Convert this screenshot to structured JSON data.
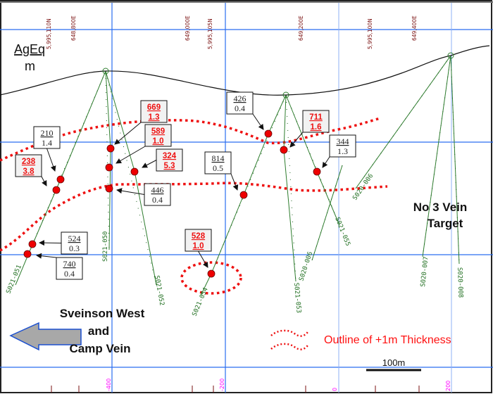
{
  "title": {
    "line1": "AgEq",
    "line2": "m"
  },
  "coords_top": [
    "5,995,110N",
    "648,800E",
    "649,000E",
    "5,995,105N",
    "649,200E",
    "5,995,100N",
    "649,400E"
  ],
  "elevations": [
    "-400",
    "-200",
    "0",
    "200"
  ],
  "scale_bar": "100m",
  "drill_holes": [
    "S021-051",
    "S021-050",
    "S021-052",
    "S021-054",
    "S021-053",
    "S021-055",
    "S020-006",
    "S020-006",
    "S020-007",
    "S020-008"
  ],
  "intercepts": [
    {
      "agEq": "210",
      "m": "1.4",
      "highlight": false
    },
    {
      "agEq": "238",
      "m": "3.8",
      "highlight": true
    },
    {
      "agEq": "669",
      "m": "1.3",
      "highlight": true
    },
    {
      "agEq": "589",
      "m": "1.0",
      "highlight": true
    },
    {
      "agEq": "324",
      "m": "5.3",
      "highlight": true
    },
    {
      "agEq": "446",
      "m": "0.4",
      "highlight": false
    },
    {
      "agEq": "524",
      "m": "0.3",
      "highlight": false
    },
    {
      "agEq": "740",
      "m": "0.4",
      "highlight": false
    },
    {
      "agEq": "528",
      "m": "1.0",
      "highlight": true
    },
    {
      "agEq": "814",
      "m": "0.5",
      "highlight": false
    },
    {
      "agEq": "426",
      "m": "0.4",
      "highlight": false
    },
    {
      "agEq": "711",
      "m": "1.6",
      "highlight": true
    },
    {
      "agEq": "344",
      "m": "1.3",
      "highlight": false
    }
  ],
  "target_label": {
    "line1": "No 3 Vein",
    "line2": "Target"
  },
  "direction_label": {
    "line1": "Sveinson West",
    "line2": "and",
    "line3": "Camp Vein"
  },
  "legend": {
    "outline_label": "Outline of +1m Thickness"
  },
  "colors": {
    "outline": "#ee1111",
    "grid": "#2a6df0",
    "hole": "#2e7d2e",
    "arrow_fill": "#a8a8a8"
  }
}
